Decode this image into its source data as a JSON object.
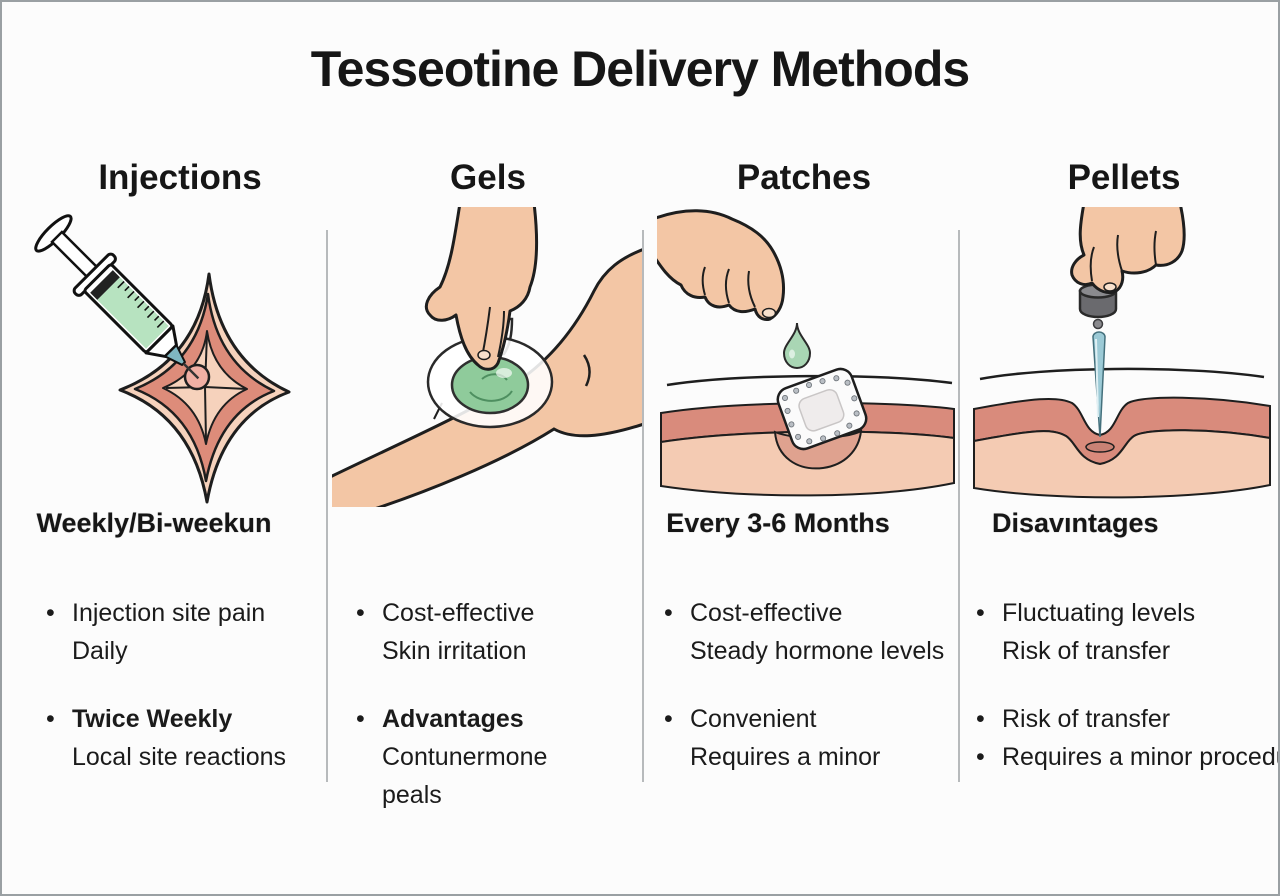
{
  "title": "Tesseotine Delivery Methods",
  "colors": {
    "background": "#fcfcfc",
    "frame_border": "#9aa0a3",
    "text": "#161616",
    "skin": "#f3c6a5",
    "muscle_outer": "#f6d2bc",
    "muscle_inner": "#dd8c7a",
    "dermis_band": "#d98b7c",
    "subcutis_band": "#f4cbb3",
    "gel_green": "#8fcb9b",
    "syringe_fluid": "#b7e3c0",
    "drop_green": "#a9d6b4",
    "needle_teal": "#9ccad6",
    "pellet_gray": "#6a6a6e"
  },
  "columns": [
    {
      "header": "Injections",
      "illustration": "syringe-injecting-into-muscle-cross-section",
      "subheading": "Weekly/Bi-weekun",
      "groups": [
        {
          "lines": [
            "Injection site pain",
            "Daily"
          ]
        },
        {
          "lines": [
            "Twice Weekly",
            "Local site reactions"
          ]
        }
      ]
    },
    {
      "header": "Gels",
      "illustration": "hand-applying-green-gel-to-arm",
      "subheading": "",
      "groups": [
        {
          "lines": [
            "Cost-effective",
            "Skin irritation"
          ]
        },
        {
          "lines": [
            "Advantages",
            "Contunermone",
            "peals"
          ]
        }
      ]
    },
    {
      "header": "Patches",
      "illustration": "hand-dripping-gel-drop-onto-skin-patch",
      "subheading": "Every 3-6 Months",
      "groups": [
        {
          "lines": [
            "Cost-effective",
            "Steady hormone levels"
          ]
        },
        {
          "lines": [
            "Convenient",
            "Requires a minor"
          ]
        }
      ]
    },
    {
      "header": "Pellets",
      "illustration": "pellet-and-inserter-needle-into-skin",
      "subheading": "Disavıntages",
      "groups": [
        {
          "lines": [
            "Fluctuating levels",
            "Risk of transfer"
          ]
        },
        {
          "lines": [
            "Risk of transfer"
          ]
        },
        {
          "lines": [
            "Requires a minor procedure"
          ]
        }
      ]
    }
  ]
}
